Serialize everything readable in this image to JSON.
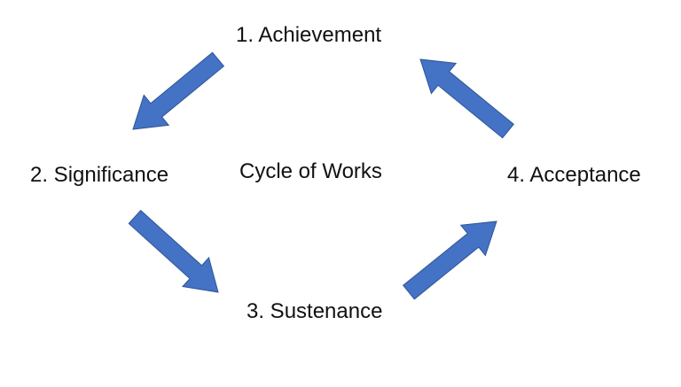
{
  "diagram": {
    "center_label": "Cycle of Works",
    "nodes": [
      {
        "id": "achievement",
        "label": "1. Achievement"
      },
      {
        "id": "significance",
        "label": "2. Significance"
      },
      {
        "id": "sustenance",
        "label": "3. Sustenance"
      },
      {
        "id": "acceptance",
        "label": "4. Acceptance"
      }
    ],
    "edges": [
      {
        "from": "achievement",
        "to": "significance"
      },
      {
        "from": "significance",
        "to": "sustenance"
      },
      {
        "from": "sustenance",
        "to": "acceptance"
      },
      {
        "from": "acceptance",
        "to": "achievement"
      }
    ],
    "colors": {
      "arrow_fill": "#4472C4",
      "arrow_stroke": "#2F5597",
      "text": "#111111"
    }
  }
}
